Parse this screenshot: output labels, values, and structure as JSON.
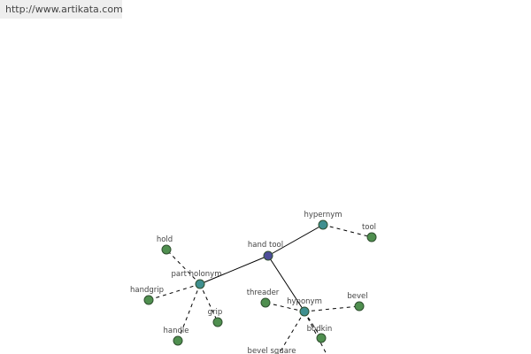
{
  "header": {
    "url": "http://www.artikata.com"
  },
  "colors": {
    "root": "#4d4d99",
    "relation": "#3f8f8f",
    "leaf": "#4f8f4f",
    "background": "#ffffff"
  },
  "graph": {
    "nodes": [
      {
        "id": "hand-tool",
        "label": "hand tool",
        "kind": "root"
      },
      {
        "id": "hypernym",
        "label": "hypernym",
        "kind": "relation"
      },
      {
        "id": "tool",
        "label": "tool",
        "kind": "leaf"
      },
      {
        "id": "part-holonym",
        "label": "part holonym",
        "kind": "relation"
      },
      {
        "id": "hold",
        "label": "hold",
        "kind": "leaf"
      },
      {
        "id": "handgrip",
        "label": "handgrip",
        "kind": "leaf"
      },
      {
        "id": "grip",
        "label": "grip",
        "kind": "leaf"
      },
      {
        "id": "handle",
        "label": "handle",
        "kind": "leaf"
      },
      {
        "id": "hyponym",
        "label": "hyponym",
        "kind": "relation"
      },
      {
        "id": "threader",
        "label": "threader",
        "kind": "leaf"
      },
      {
        "id": "bevel",
        "label": "bevel",
        "kind": "leaf"
      },
      {
        "id": "bodkin",
        "label": "bodkin",
        "kind": "leaf"
      },
      {
        "id": "bevel-square",
        "label": "bevel square",
        "kind": "leaf"
      },
      {
        "id": "offscreen-leaf",
        "label": "",
        "kind": "leaf"
      }
    ],
    "edges": [
      {
        "from": "hand-tool",
        "to": "hypernym",
        "style": "solid"
      },
      {
        "from": "hand-tool",
        "to": "part-holonym",
        "style": "solid"
      },
      {
        "from": "hand-tool",
        "to": "hyponym",
        "style": "solid"
      },
      {
        "from": "hypernym",
        "to": "tool",
        "style": "dashed"
      },
      {
        "from": "part-holonym",
        "to": "hold",
        "style": "dashed"
      },
      {
        "from": "part-holonym",
        "to": "handgrip",
        "style": "dashed"
      },
      {
        "from": "part-holonym",
        "to": "grip",
        "style": "dashed"
      },
      {
        "from": "part-holonym",
        "to": "handle",
        "style": "dashed"
      },
      {
        "from": "hyponym",
        "to": "threader",
        "style": "dashed"
      },
      {
        "from": "hyponym",
        "to": "bevel",
        "style": "dashed"
      },
      {
        "from": "hyponym",
        "to": "bodkin",
        "style": "dashed"
      },
      {
        "from": "hyponym",
        "to": "bevel-square",
        "style": "dashed"
      },
      {
        "from": "hyponym",
        "to": "offscreen-leaf",
        "style": "dashed"
      }
    ]
  }
}
